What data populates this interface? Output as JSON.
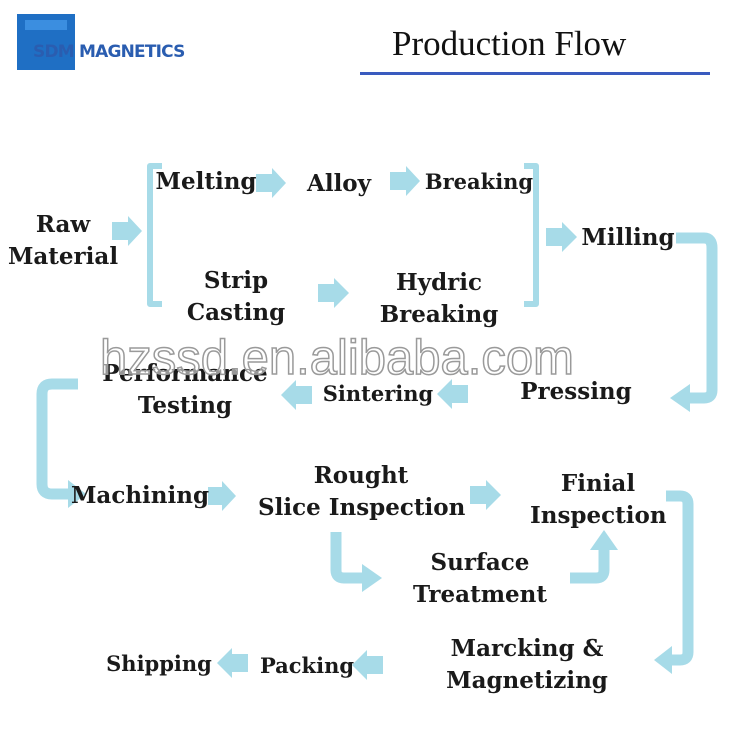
{
  "logo": {
    "text": "SDM MAGNETICS",
    "color": "#2a5db0"
  },
  "title": "Production Flow",
  "watermark": "hzssd.en.alibaba.com",
  "arrow_color": "#a7dbe8",
  "steps": {
    "raw_material": [
      "Raw",
      "Material"
    ],
    "melting": [
      "Melting"
    ],
    "alloy": [
      "Alloy"
    ],
    "breaking": [
      "Breaking"
    ],
    "strip_casting": [
      "Strip",
      "Casting"
    ],
    "hydric_breaking": [
      "Hydric",
      "Breaking"
    ],
    "milling": [
      "Milling"
    ],
    "pressing": [
      "Pressing"
    ],
    "sintering": [
      "Sintering"
    ],
    "performance_testing": [
      "Performance",
      "Testing"
    ],
    "machining": [
      "Machining"
    ],
    "rought_slice_inspection": [
      "Rought",
      "Slice Inspection"
    ],
    "finial_inspection": [
      "Finial",
      "Inspection"
    ],
    "surface_treatment": [
      "Surface",
      "Treatment"
    ],
    "marcking_magnetizing": [
      "Marcking &",
      "Magnetizing"
    ],
    "packing": [
      "Packing"
    ],
    "shipping": [
      "Shipping"
    ]
  }
}
